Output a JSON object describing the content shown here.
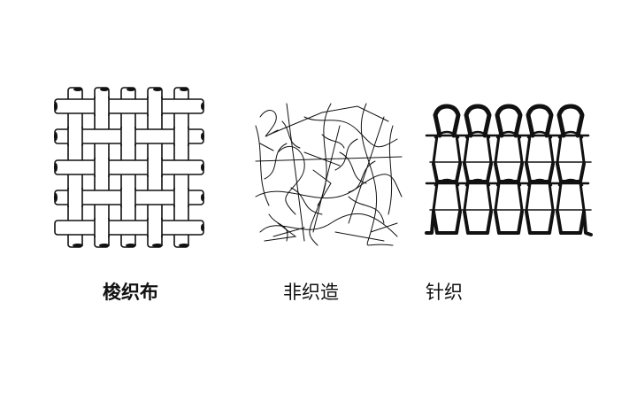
{
  "figure": {
    "background": "#ffffff",
    "stroke_color": "#111111",
    "panels": [
      {
        "id": "woven",
        "label": "梭织布",
        "bold": true,
        "description": "plain weave: 5 horizontal weft yarns interlaced over/under 5 vertical warp yarns"
      },
      {
        "id": "nonwoven",
        "label": "非织造",
        "bold": false,
        "description": "random tangled fiber web"
      },
      {
        "id": "knit",
        "label": "针织",
        "bold": false,
        "description": "interlocking loops: 5 columns, 3 courses of loops"
      }
    ]
  }
}
